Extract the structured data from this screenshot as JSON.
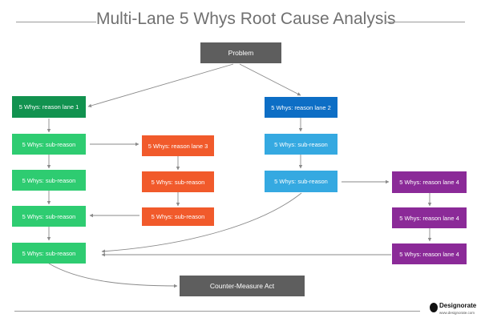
{
  "title": "Multi-Lane 5 Whys Root Cause Analysis",
  "colors": {
    "gray": "#5e5e5e",
    "lane1_dark": "#11924f",
    "lane1": "#2ecc71",
    "lane2_dark": "#0d6ec5",
    "lane2": "#35a9e1",
    "lane3": "#f15a2b",
    "lane4": "#8b2a98",
    "arrow": "#8a8a8a"
  },
  "nodes": {
    "problem": "Problem",
    "lane1_head": "5 Whys: reason lane 1",
    "lane1_sub1": "5 Whys: sub-reason",
    "lane1_sub2": "5 Whys: sub-reason",
    "lane1_sub3": "5 Whys: sub-reason",
    "lane1_sub4": "5 Whys: sub-reason",
    "lane2_head": "5 Whys: reason lane 2",
    "lane2_sub1": "5 Whys: sub-reason",
    "lane2_sub2": "5 Whys: sub-reason",
    "lane3_head": "5 Whys: reason lane 3",
    "lane3_sub1": "5 Whys: sub-reason",
    "lane3_sub2": "5 Whys: sub-reason",
    "lane4_a": "5 Whys: reason lane 4",
    "lane4_b": "5 Whys: reason lane 4",
    "lane4_c": "5 Whys: reason lane 4",
    "countermeasure": "Counter-Measure Act"
  },
  "logo": {
    "name": "Designorate",
    "url": "www.designorate.com"
  }
}
